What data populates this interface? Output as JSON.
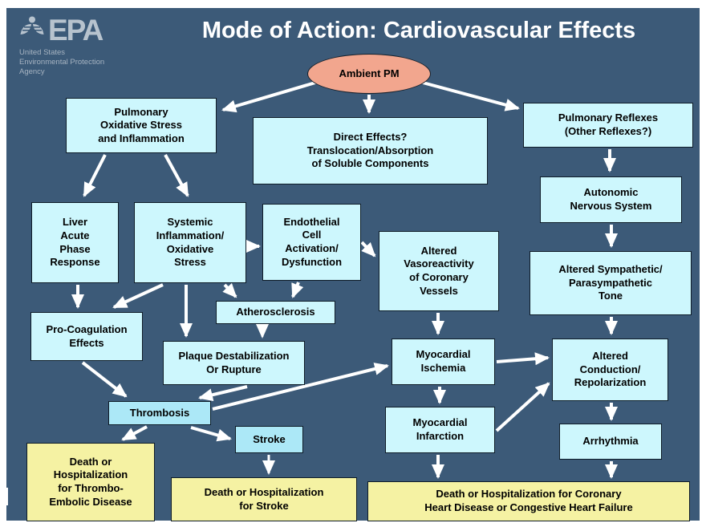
{
  "page": {
    "title": "Mode of Action: Cardiovascular Effects"
  },
  "logo": {
    "org": "EPA",
    "tagline": [
      "United States",
      "Environmental Protection",
      "Agency"
    ]
  },
  "colors": {
    "slide_background": "#3C5A78",
    "box_cyan": "#CDF7FD",
    "box_cyan_bright": "#ACE8F7",
    "box_yellow": "#F5F2A3",
    "ellipse_salmon": "#F2A68E",
    "arrow": "#FFFFFF",
    "title_text": "#FFFFFF",
    "box_text": "#000000"
  },
  "nodes": {
    "ambient_pm": {
      "label": "Ambient PM"
    },
    "pulmonary_oxidative": {
      "label": "Pulmonary\nOxidative Stress\nand Inflammation"
    },
    "direct_effects": {
      "label": "Direct Effects?\nTranslocation/Absorption\nof Soluble Components"
    },
    "pulmonary_reflexes": {
      "label": "Pulmonary Reflexes\n(Other Reflexes?)"
    },
    "autonomic": {
      "label": "Autonomic\nNervous System"
    },
    "liver": {
      "label": "Liver\nAcute\nPhase\nResponse"
    },
    "systemic": {
      "label": "Systemic\nInflammation/\nOxidative\nStress"
    },
    "endothelial": {
      "label": "Endothelial\nCell\nActivation/\nDysfunction"
    },
    "altered_vaso": {
      "label": "Altered\nVasoreactivity\nof Coronary\nVessels"
    },
    "altered_symp": {
      "label": "Altered Sympathetic/\nParasympathetic\nTone"
    },
    "pro_coagulation": {
      "label": "Pro-Coagulation\nEffects"
    },
    "atherosclerosis": {
      "label": "Atherosclerosis"
    },
    "plaque": {
      "label": "Plaque Destabilization\nOr Rupture"
    },
    "myocardial_ischemia": {
      "label": "Myocardial\nIschemia"
    },
    "altered_conduction": {
      "label": "Altered\nConduction/\nRepolarization"
    },
    "thrombosis": {
      "label": "Thrombosis"
    },
    "stroke": {
      "label": "Stroke"
    },
    "myocardial_infarction": {
      "label": "Myocardial\nInfarction"
    },
    "arrhythmia": {
      "label": "Arrhythmia"
    },
    "death_thrombo": {
      "label": "Death or\nHospitalization\nfor Thrombo-\nEmbolic Disease"
    },
    "death_stroke": {
      "label": "Death or Hospitalization\nfor Stroke"
    },
    "death_coronary": {
      "label": "Death or Hospitalization for Coronary\nHeart Disease or Congestive Heart Failure"
    }
  },
  "edges": [
    {
      "from": "ambient_pm",
      "to": "pulmonary_oxidative"
    },
    {
      "from": "ambient_pm",
      "to": "direct_effects"
    },
    {
      "from": "ambient_pm",
      "to": "pulmonary_reflexes"
    },
    {
      "from": "pulmonary_oxidative",
      "to": "liver"
    },
    {
      "from": "pulmonary_oxidative",
      "to": "systemic"
    },
    {
      "from": "systemic",
      "to": "endothelial"
    },
    {
      "from": "endothelial",
      "to": "altered_vaso"
    },
    {
      "from": "pulmonary_reflexes",
      "to": "autonomic"
    },
    {
      "from": "autonomic",
      "to": "altered_symp"
    },
    {
      "from": "altered_symp",
      "to": "altered_conduction"
    },
    {
      "from": "liver",
      "to": "pro_coagulation"
    },
    {
      "from": "systemic",
      "to": "pro_coagulation"
    },
    {
      "from": "systemic",
      "to": "plaque"
    },
    {
      "from": "systemic",
      "to": "atherosclerosis"
    },
    {
      "from": "endothelial",
      "to": "atherosclerosis"
    },
    {
      "from": "atherosclerosis",
      "to": "plaque"
    },
    {
      "from": "altered_vaso",
      "to": "myocardial_ischemia"
    },
    {
      "from": "pro_coagulation",
      "to": "thrombosis"
    },
    {
      "from": "plaque",
      "to": "thrombosis"
    },
    {
      "from": "thrombosis",
      "to": "death_thrombo"
    },
    {
      "from": "thrombosis",
      "to": "stroke"
    },
    {
      "from": "thrombosis",
      "to": "myocardial_ischemia"
    },
    {
      "from": "myocardial_ischemia",
      "to": "altered_conduction"
    },
    {
      "from": "myocardial_ischemia",
      "to": "myocardial_infarction"
    },
    {
      "from": "myocardial_infarction",
      "to": "altered_conduction"
    },
    {
      "from": "altered_conduction",
      "to": "arrhythmia"
    },
    {
      "from": "stroke",
      "to": "death_stroke"
    },
    {
      "from": "myocardial_infarction",
      "to": "death_coronary"
    },
    {
      "from": "arrhythmia",
      "to": "death_coronary"
    }
  ]
}
